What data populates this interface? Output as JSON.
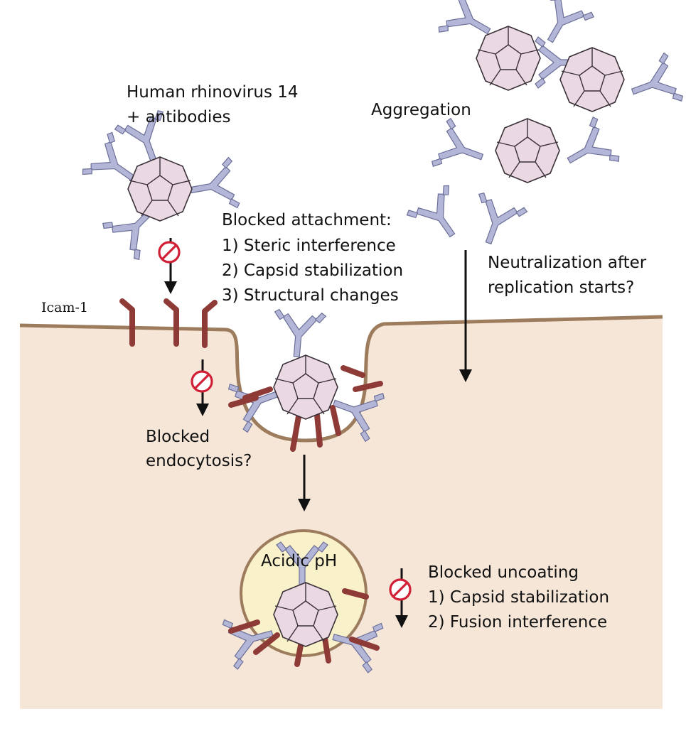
{
  "labels": {
    "virus_title": "Human rhinovirus 14",
    "virus_subtitle": "+ antibodies",
    "aggregation": "Aggregation",
    "blocked_attachment": {
      "title": "Blocked attachment:",
      "items": [
        "1) Steric interference",
        "2) Capsid stabilization",
        "3) Structural changes"
      ]
    },
    "neutralization": [
      "Neutralization after",
      "replication starts?"
    ],
    "receptor": "Icam-1",
    "blocked_endocytosis": [
      "Blocked",
      "endocytosis?"
    ],
    "acidic_ph": "Acidic pH",
    "blocked_uncoating": {
      "title": "Blocked uncoating",
      "items": [
        "1) Capsid stabilization",
        "2) Fusion interference"
      ]
    }
  },
  "colors": {
    "cytoplasm": "#f6e6d8",
    "membrane": "#9c7c5c",
    "capsid": "#ead8e2",
    "antibody": "#b3b6d7",
    "receptor": "#8e3a36",
    "endosome": "#f8f1c9",
    "block_symbol": "#d11f35",
    "arrow": "#111111"
  },
  "icons": [
    "virus-capsid-icon",
    "antibody-icon",
    "receptor-icon",
    "block-icon",
    "down-arrow-icon"
  ]
}
